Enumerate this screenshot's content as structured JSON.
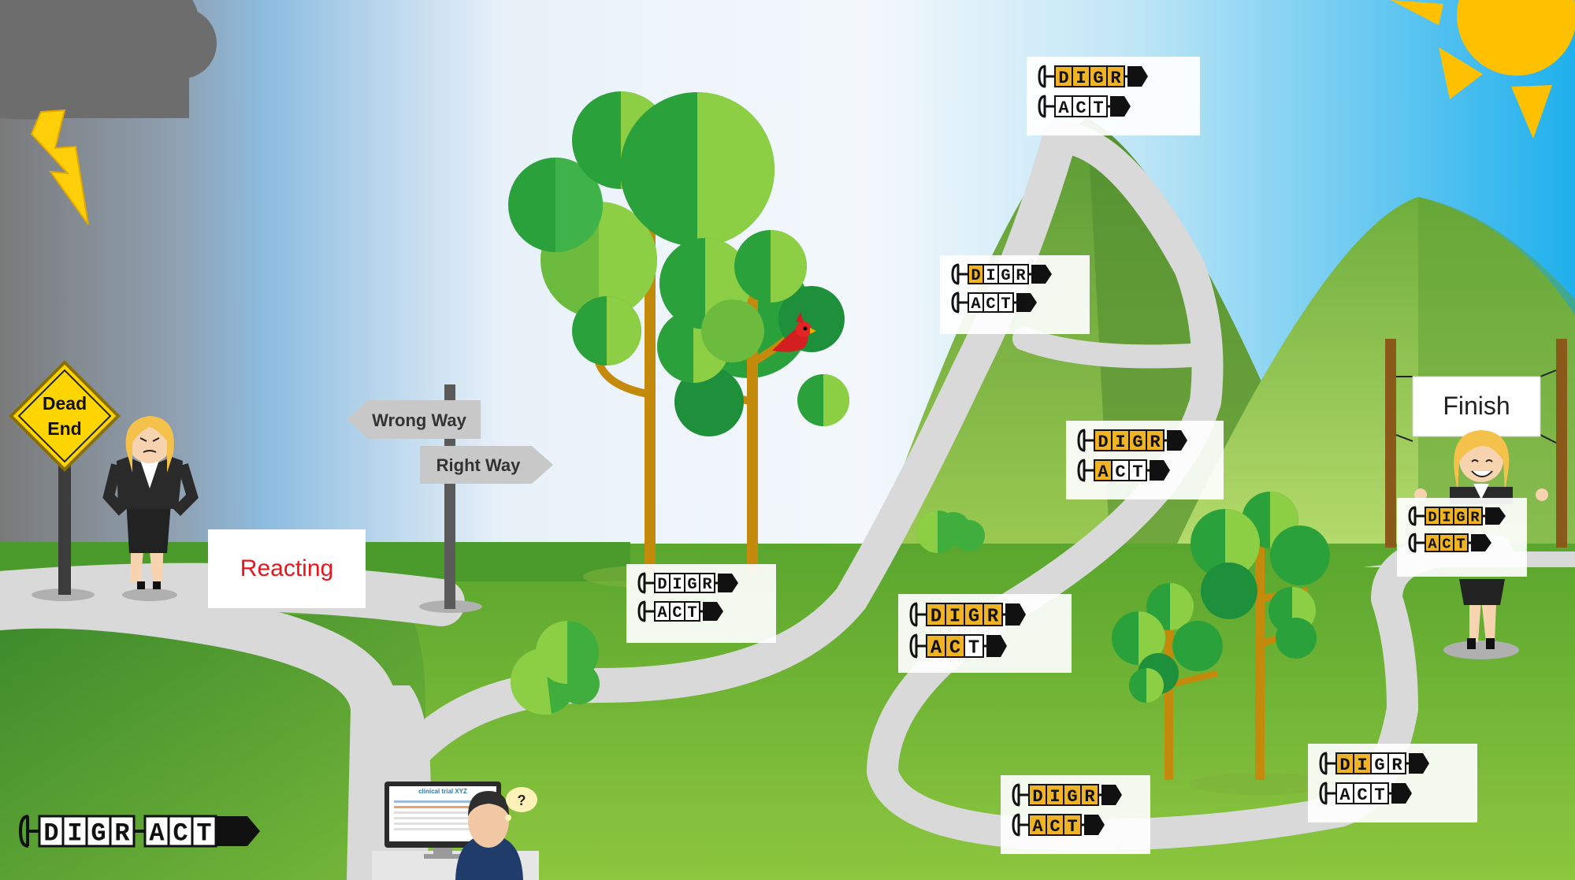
{
  "signs": {
    "dead_end_line1": "Dead",
    "dead_end_line2": "End",
    "wrong_way": "Wrong Way",
    "right_way": "Right Way"
  },
  "labels": {
    "reacting": "Reacting",
    "finish": "Finish"
  },
  "logo": {
    "word1_letters": [
      "D",
      "I",
      "G",
      "R"
    ],
    "word2_letters": [
      "A",
      "C",
      "T"
    ]
  },
  "monitor": {
    "screen_title": "clinical trial XYZ",
    "thought": "?"
  },
  "progress_stages": [
    {
      "name": "stage-1",
      "digr_highlighted": 0,
      "act_highlighted": 0
    },
    {
      "name": "stage-2",
      "digr_highlighted": 1,
      "act_highlighted": 0
    },
    {
      "name": "stage-3",
      "digr_highlighted": 4,
      "act_highlighted": 0
    },
    {
      "name": "stage-4",
      "digr_highlighted": 4,
      "act_highlighted": 1
    },
    {
      "name": "stage-5",
      "digr_highlighted": 4,
      "act_highlighted": 2
    },
    {
      "name": "stage-6",
      "digr_highlighted": 4,
      "act_highlighted": 3
    },
    {
      "name": "stage-7",
      "digr_highlighted": 2,
      "act_highlighted": 0
    },
    {
      "name": "stage-8",
      "digr_highlighted": 4,
      "act_highlighted": 3
    }
  ],
  "colors": {
    "highlight": "#f0b323",
    "reacting_text": "#e8151b",
    "warning_sign": "#ffd500",
    "sun": "#ffc000",
    "storm_cloud": "#6d6d6d",
    "grass_light": "#8cc63f",
    "grass_dark": "#3f8a2e",
    "path": "#d9d9d9"
  }
}
